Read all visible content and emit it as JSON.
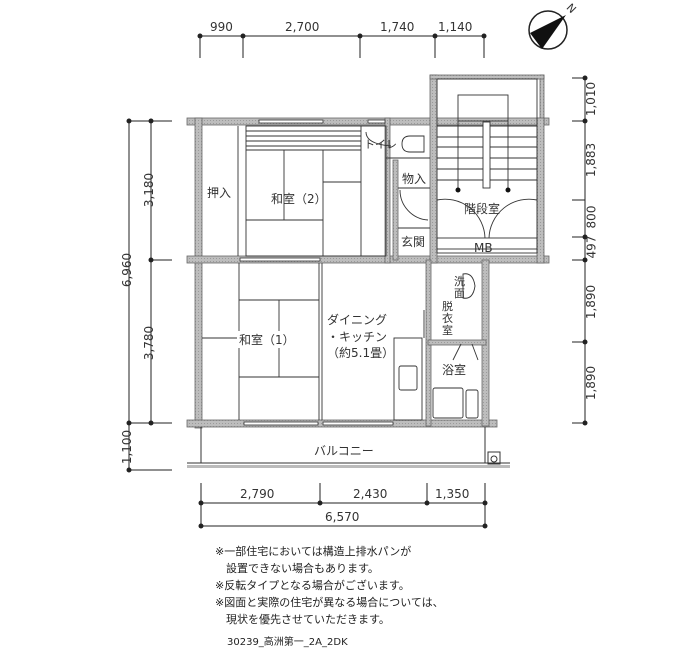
{
  "plan": {
    "type": "2DK",
    "compass": {
      "label": "N",
      "icon": "north-arrow-icon"
    },
    "dimensions": {
      "top": [
        "990",
        "2,700",
        "1,740",
        "1,140"
      ],
      "right": [
        "1,010",
        "1,883",
        "800",
        "497",
        "1,890",
        "1,890"
      ],
      "left_outer": [
        "6,960",
        "1,100"
      ],
      "left_inner": [
        "3,180",
        "3,780"
      ],
      "bottom": [
        "2,790",
        "2,430",
        "1,350"
      ],
      "bottom_total": "6,570"
    },
    "rooms": {
      "closet": "押入",
      "washitsu2": "和室（2）",
      "toilet": "トイレ",
      "storage": "物入",
      "entrance": "玄関",
      "stairwell": "階段室",
      "mb": "MB",
      "washitsu1": "和室（1）",
      "dk_line1": "ダイニング",
      "dk_line2": "・キッチン",
      "dk_line3": "（約5.1畳）",
      "washroom": [
        "洗",
        "面",
        "脱",
        "衣",
        "室"
      ],
      "bathroom": "浴室",
      "balcony": "バルコニー"
    }
  },
  "notes": [
    "※一部住宅においては構造上排水パンが",
    "　設置できない場合もあります。",
    "※反転タイプとなる場合がございます。",
    "※図面と実際の住宅が異なる場合については、",
    "　現状を優先させていただきます。"
  ],
  "caption": "30239_高洲第一_2A_2DK",
  "colors": {
    "wall": "#b0b0b0",
    "wall_outline": "#555555",
    "line": "#222222"
  }
}
